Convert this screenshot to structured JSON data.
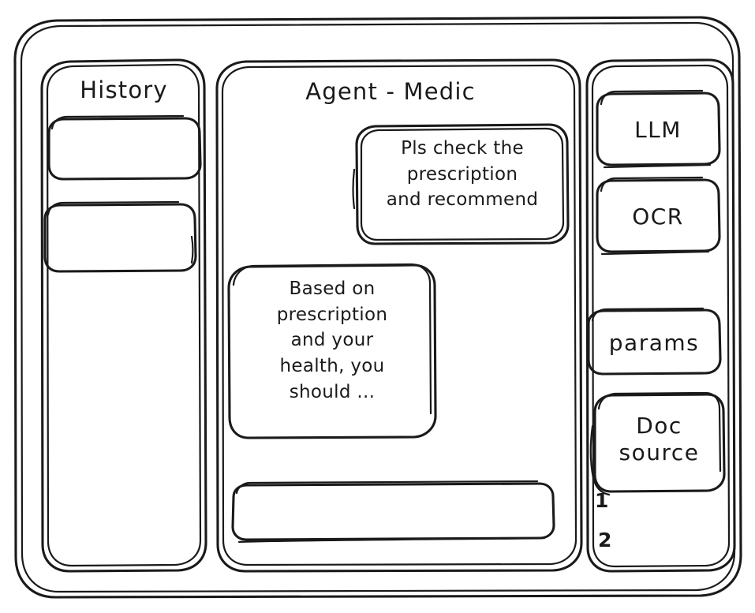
{
  "window": {
    "name": "agent-wireframe-window"
  },
  "sidebar": {
    "title": "History",
    "items": [
      {
        "label": "",
        "name": "history-item-1"
      },
      {
        "label": "",
        "name": "history-item-2"
      }
    ]
  },
  "main": {
    "title": "Agent - Medic",
    "messages": [
      {
        "role": "user",
        "text": "Pls check the\nprescription\nand recommend"
      },
      {
        "role": "agent",
        "text": "Based on\nprescription\nand your\nhealth, you\nshould ..."
      }
    ],
    "composer": {
      "value": "",
      "placeholder": ""
    }
  },
  "tools": {
    "buttons": [
      {
        "label": "LLM",
        "name": "tool-button-llm"
      },
      {
        "label": "OCR",
        "name": "tool-button-ocr"
      }
    ],
    "params": {
      "label": "params"
    },
    "doc_source": {
      "label": "Doc\nsource",
      "items": [
        "1",
        "2"
      ]
    }
  },
  "colors": {
    "stroke": "#1a1a1a",
    "background": "#ffffff"
  }
}
